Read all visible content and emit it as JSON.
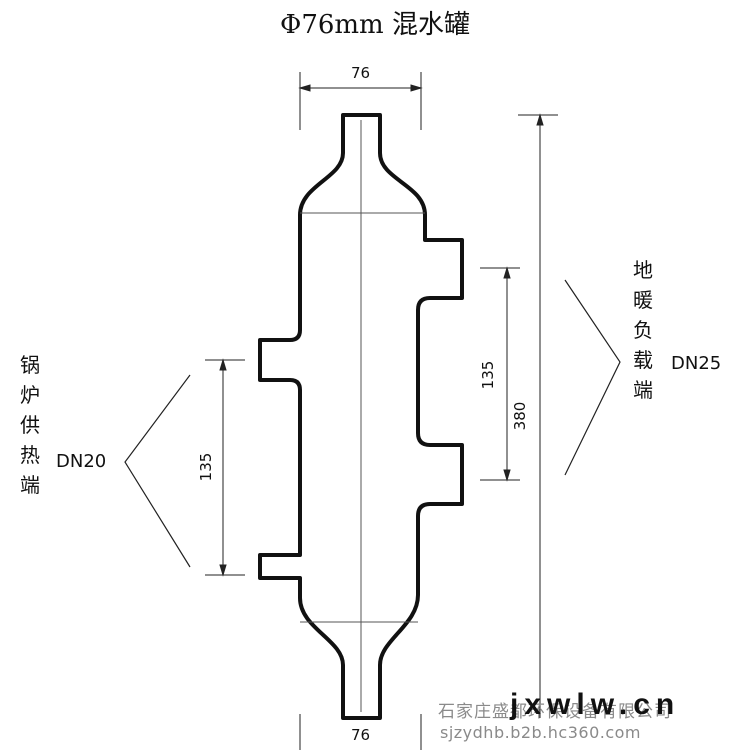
{
  "title": "Φ76mm 混水罐",
  "dimensions": {
    "top_width": "76",
    "bottom_width": "76",
    "right_spacing": "135",
    "left_spacing": "135",
    "total_height": "380"
  },
  "right_label": {
    "chars": [
      "地",
      "暖",
      "负",
      "载",
      "端"
    ],
    "size": "DN25"
  },
  "left_label": {
    "chars": [
      "锅",
      "炉",
      "供",
      "热",
      "端"
    ],
    "size": "DN20"
  },
  "watermark": {
    "brand": "jxwlw.cn",
    "company": "石家庄盛都环保设备有限公司",
    "url": "sjzydhb.b2b.hc360.com"
  },
  "colors": {
    "outline": "#111111",
    "dimension_line": "#222222",
    "watermark_gray": "#8a8a8a"
  }
}
